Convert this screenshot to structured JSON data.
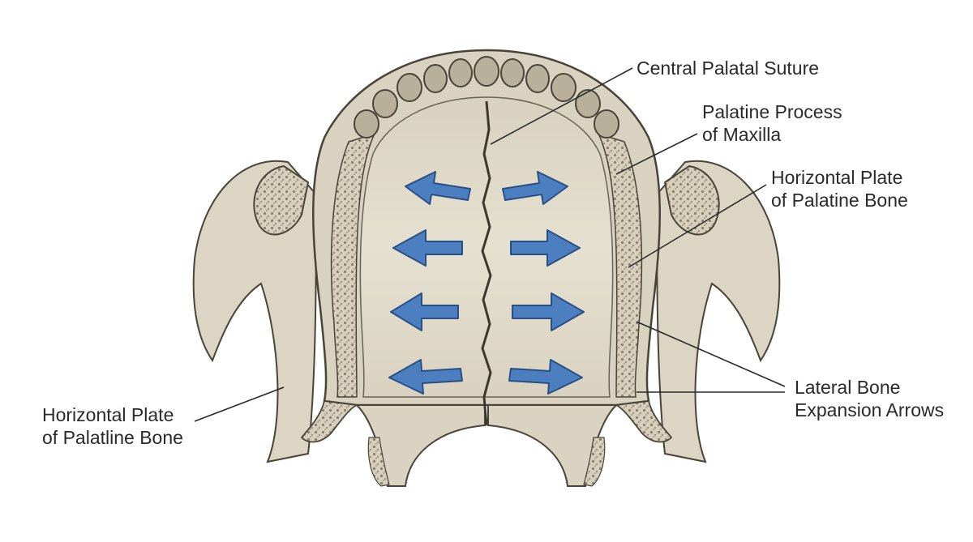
{
  "diagram": {
    "labels": {
      "central_suture": [
        "Central Palatal Suture"
      ],
      "palatine_process": [
        "Palatine Process",
        "of Maxilla"
      ],
      "horizontal_plate_right": [
        "Horizontal Plate",
        "of Palatine Bone"
      ],
      "lateral_expansion": [
        "Lateral Bone",
        "Expansion Arrows"
      ],
      "horizontal_plate_left": [
        "Horizontal Plate",
        "of Palatline Bone"
      ]
    },
    "colors": {
      "bone": "#dcd5c3",
      "bone_light": "#e8e2d2",
      "bone_shadow": "#a39a86",
      "outline": "#4a4438",
      "arrow_fill": "#4b7fc0",
      "arrow_stroke": "#2a4f86",
      "leader": "#2a2a2a"
    }
  }
}
